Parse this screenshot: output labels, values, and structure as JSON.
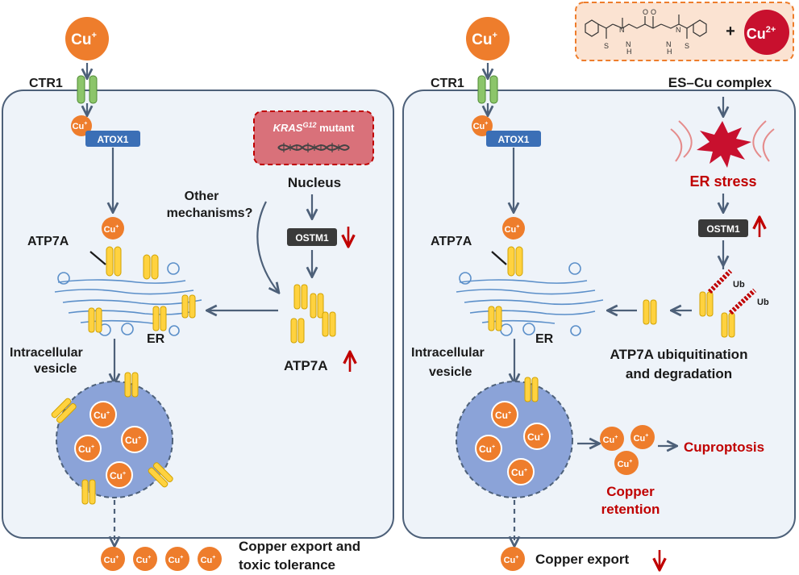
{
  "cu_plus": "Cu",
  "cu_plus_sup": "+",
  "cu2_base": "Cu",
  "cu2_sup": "2+",
  "ctr1": "CTR1",
  "atox1": "ATOX1",
  "atp7a": "ATP7A",
  "er": "ER",
  "vesicle_line1": "Intracellular",
  "vesicle_line2": "vesicle",
  "left": {
    "kras_gene": "KRAS",
    "kras_sup": "G12",
    "kras_suffix": " mutant",
    "nucleus": "Nucleus",
    "ostm1": "OSTM1",
    "other_line1": "Other",
    "other_line2": "mechanisms?",
    "atp7a_up": "ATP7A",
    "export_line1": "Copper export and",
    "export_line2": "toxic tolerance"
  },
  "right": {
    "plus_sign": "+",
    "es_cu": "ES–Cu complex",
    "er_stress": "ER stress",
    "ostm1": "OSTM1",
    "ub": "Ub",
    "ubi_line1": "ATP7A ubiquitination",
    "ubi_line2": "and degradation",
    "retention_line1": "Copper",
    "retention_line2": "retention",
    "cuproptosis": "Cuproptosis",
    "export": "Copper export"
  },
  "chem_labels": {
    "s": "S",
    "n": "N",
    "h": "H",
    "o": "O"
  },
  "colors": {
    "copper": "#ee7d2c",
    "cu2": "#c8102e",
    "atox1": "#3b6fb6",
    "ostm1": "#3a3a3a",
    "cell_fill": "#eef3f9",
    "cell_stroke": "#4d6079",
    "vesicle": "#8ba3d8",
    "channel": "#ffd23f",
    "ctr1": "#8cc56a",
    "red": "#c00000",
    "kras_box": "#d9717a",
    "chem_box": "#fbe3d2"
  }
}
